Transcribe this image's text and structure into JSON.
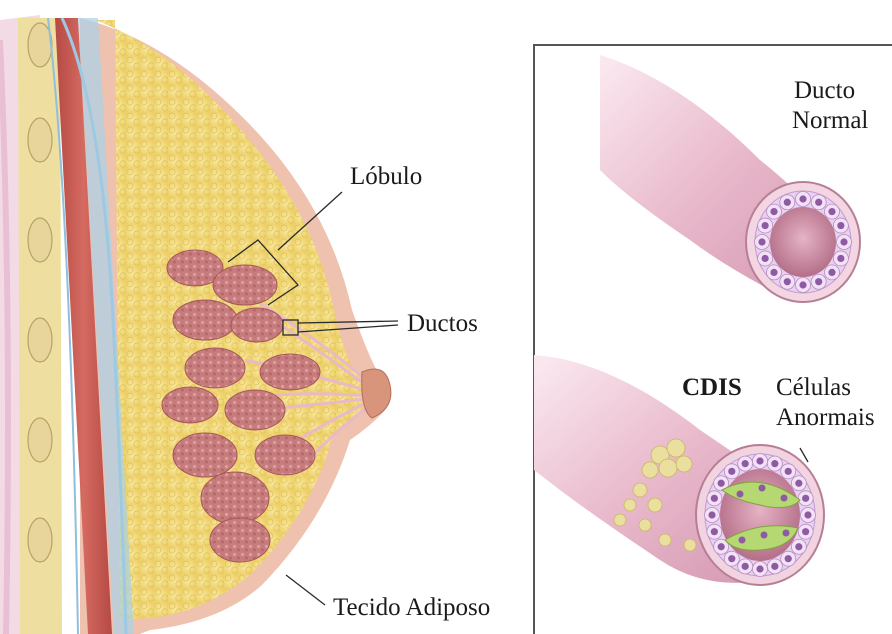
{
  "labels": {
    "lobulo": "Lóbulo",
    "ductos": "Ductos",
    "tecido": "Tecido Adiposo",
    "ducto_normal_1": "Ducto",
    "ducto_normal_2": "Normal",
    "cdis": "CDIS",
    "celulas_1": "Células",
    "celulas_2": "Anormais"
  },
  "colors": {
    "fat": "#f2dc78",
    "skin": "#eec2ae",
    "lobule": "#c87a7a",
    "duct_wall": "#e0aabf",
    "lumen": "#c9889e",
    "nucleus": "#8d5aa3",
    "abnormal_cell": "#b5d873",
    "muscle": "#c4564e",
    "frame": "#555555"
  }
}
